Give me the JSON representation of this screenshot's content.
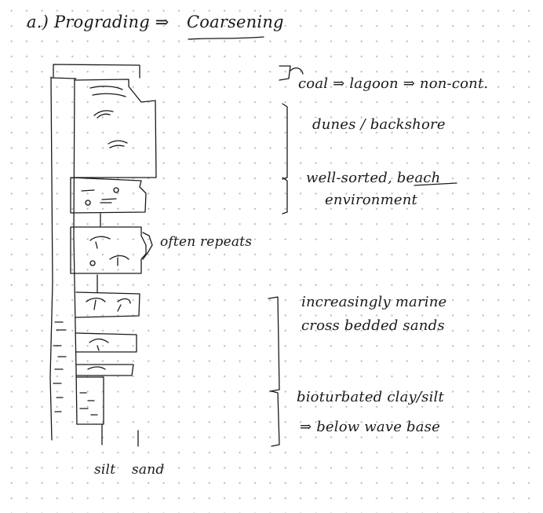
{
  "heading": {
    "part": "a.)",
    "left": "Prograding",
    "arrow": "⇒",
    "right": "Coarsening"
  },
  "annotations": {
    "coal": "coal ⇒ lagoon ⇒ non-cont.",
    "dunes": "dunes / backshore",
    "sorted": "well-sorted, beach",
    "environment": "environment",
    "repeats": "often repeats",
    "marine": "increasingly marine",
    "cross_bedded": "cross bedded sands",
    "bioturbated": "bioturbated clay/silt",
    "wave_base": "⇒ below wave base"
  },
  "axis": {
    "silt": "silt",
    "sand": "sand"
  },
  "colors": {
    "ink": "#1a1a1a",
    "dots": "#b9b9b9"
  }
}
